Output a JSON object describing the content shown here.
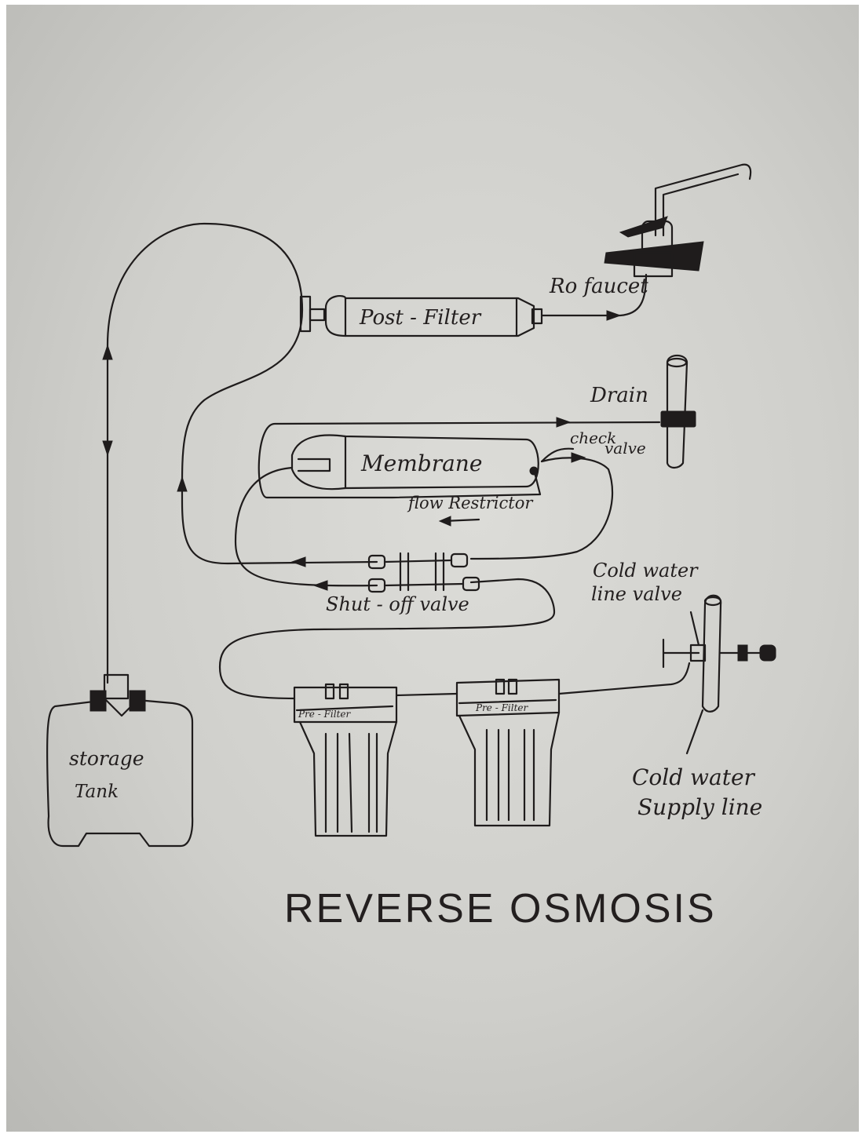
{
  "title": "REVERSE OSMOSIS",
  "labels": {
    "ro_faucet": "Ro faucet",
    "post_filter": "Post - Filter",
    "drain": "Drain",
    "check_valve_1": "check",
    "check_valve_2": "valve",
    "membrane": "Membrane",
    "flow_restrictor": "flow Restrictor",
    "shut_off_valve": "Shut - off valve",
    "cold_water_line_valve_1": "Cold water",
    "cold_water_line_valve_2": "line valve",
    "storage_tank_1": "storage",
    "storage_tank_2": "Tank",
    "pre_filter_1": "Pre - Filter",
    "pre_filter_2": "Pre - Filter",
    "cold_water_supply_1": "Cold water",
    "cold_water_supply_2": "Supply line"
  }
}
